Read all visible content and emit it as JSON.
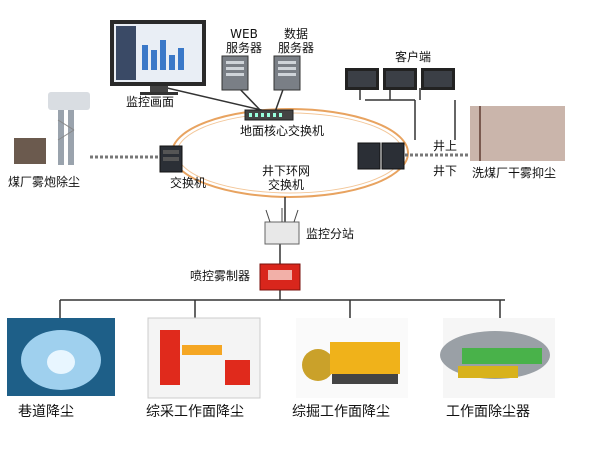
{
  "labels": {
    "monitor_screen": "监控画面",
    "web_server": [
      "WEB",
      "服务器"
    ],
    "data_server": [
      "数据",
      "服务器"
    ],
    "client": "客户端",
    "core_switch": "地面核心交换机",
    "above_ground": "井上",
    "below_ground": "井下",
    "coal_fog_cannon": "煤厂雾炮除尘",
    "switch": "交换机",
    "ring_switch": [
      "井下环网",
      "交换机"
    ],
    "wash_plant": "洗煤厂干雾抑尘",
    "substation": "监控分站",
    "spray_controller": "喷控雾制器",
    "roadway": "巷道降尘",
    "fully_mech_face": "综采工作面降尘",
    "excavation_face": "综掘工作面降尘",
    "face_dust_collector": "工作面除尘器"
  },
  "colors": {
    "ring": "#e8a360",
    "line": "#333333",
    "controller_red": "#d9261c"
  },
  "icons": [
    "monitor-icon",
    "server-icon",
    "switch-hub-icon",
    "client-computer-icon",
    "industrial-switch-icon",
    "fog-cannon-icon",
    "wireless-station-icon",
    "controller-box-icon"
  ]
}
